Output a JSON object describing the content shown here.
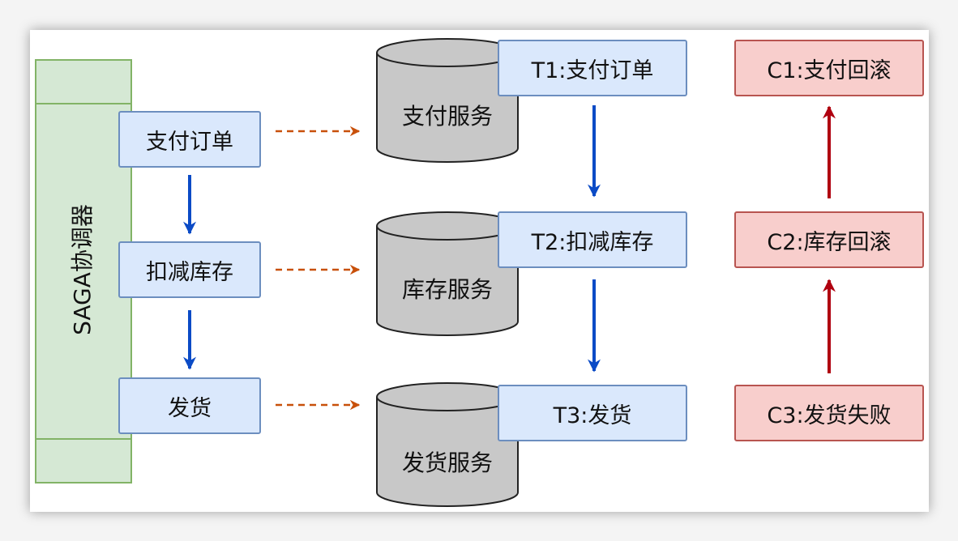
{
  "coordinator": {
    "label": "SAGA协调器"
  },
  "steps": [
    "支付订单",
    "扣减库存",
    "发货"
  ],
  "services": [
    "支付服务",
    "库存服务",
    "发货服务"
  ],
  "transactions": [
    "T1:支付订单",
    "T2:扣减库存",
    "T3:发货"
  ],
  "compensations": [
    "C1:支付回滚",
    "C2:库存回滚",
    "C3:发货失败"
  ],
  "colors": {
    "step_fill": "#dae8fc",
    "step_border": "#6c8ebf",
    "comp_fill": "#f8cecc",
    "comp_border": "#b85450",
    "coord_fill": "#d5e8d4",
    "coord_border": "#82b366",
    "db_fill": "#c8c8c8",
    "flow_arrow": "#0b4bc6",
    "call_arrow": "#c8500a",
    "rollback_arrow": "#b00010"
  }
}
